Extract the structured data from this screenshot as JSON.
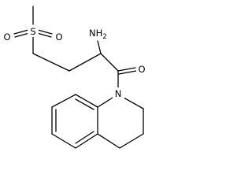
{
  "molecule": {
    "atoms": {
      "sulfur": "S",
      "oxygen_left": "O",
      "oxygen_right": "O",
      "amine": "NH",
      "amine_subscript": "2",
      "carbonyl_oxygen": "O",
      "ring_nitrogen": "N"
    },
    "colors": {
      "bond": "#000000",
      "background": "#ffffff",
      "label": "#000000"
    }
  }
}
